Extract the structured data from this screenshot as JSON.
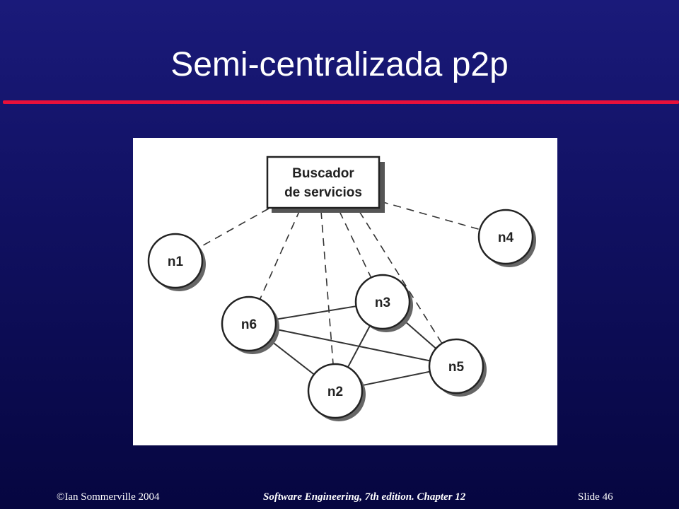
{
  "slide": {
    "title": "Semi-centralizada p2p"
  },
  "diagram": {
    "hub": {
      "line1": "Buscador",
      "line2": "de servicios"
    },
    "nodes": [
      {
        "id": "n1",
        "label": "n1"
      },
      {
        "id": "n2",
        "label": "n2"
      },
      {
        "id": "n3",
        "label": "n3"
      },
      {
        "id": "n4",
        "label": "n4"
      },
      {
        "id": "n5",
        "label": "n5"
      },
      {
        "id": "n6",
        "label": "n6"
      }
    ],
    "edges_to_hub": [
      "n1",
      "n4",
      "n6",
      "n2",
      "n3",
      "n5"
    ],
    "peer_edges": [
      [
        "n6",
        "n3"
      ],
      [
        "n6",
        "n5"
      ],
      [
        "n6",
        "n2"
      ],
      [
        "n3",
        "n2"
      ],
      [
        "n3",
        "n5"
      ],
      [
        "n2",
        "n5"
      ]
    ]
  },
  "footer": {
    "left": "©Ian Sommerville 2004",
    "center": "Software Engineering, 7th edition. Chapter 12",
    "right": "Slide  46"
  }
}
